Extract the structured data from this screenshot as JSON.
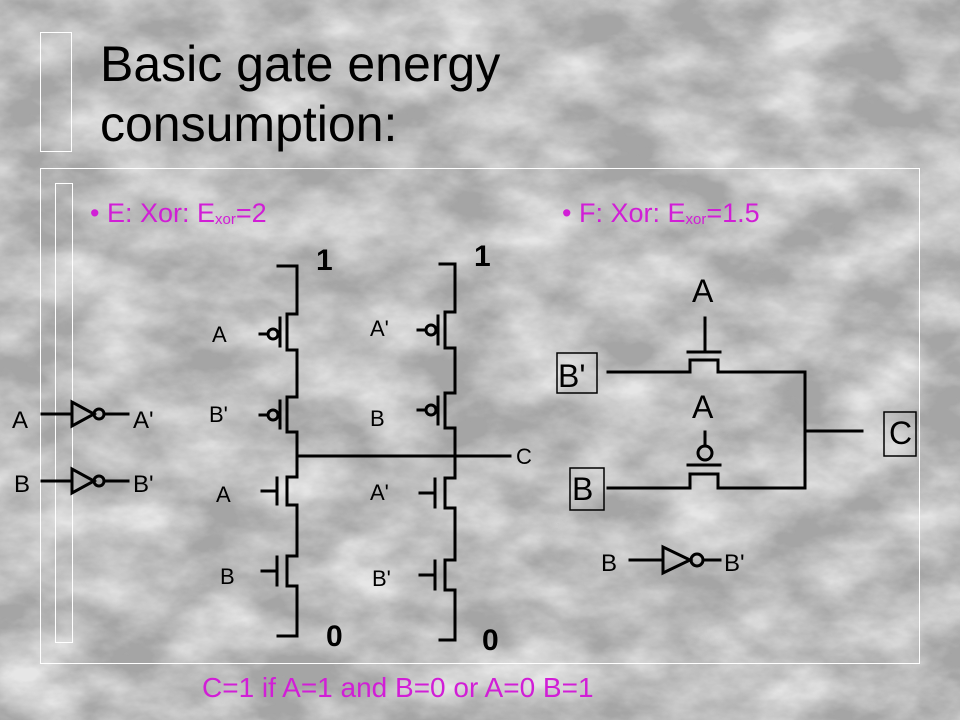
{
  "slide": {
    "title": "Basic gate energy consumption:",
    "bullets": {
      "left": {
        "prefix": "• E: Xor: E",
        "sub": "xor",
        "suffix": "=2"
      },
      "right": {
        "prefix": "• F: Xor: E",
        "sub": "xor",
        "suffix": "=1.5"
      }
    },
    "note": "C=1 if A=1 and B=0 or A=0 B=1",
    "colors": {
      "accent": "#d11ed6",
      "ink": "#000000"
    }
  },
  "circuitE": {
    "inverters": [
      {
        "in": "A",
        "out": "A'"
      },
      {
        "in": "B",
        "out": "B'"
      }
    ],
    "col1": {
      "vdd": "1",
      "gnd": "0",
      "p_top": "A",
      "p_bot": "B'",
      "n_top": "A",
      "n_bot": "B"
    },
    "col2": {
      "vdd": "1",
      "gnd": "0",
      "p_top": "A'",
      "p_bot": "B",
      "n_top": "A'",
      "n_bot": "B'"
    },
    "output": "C"
  },
  "circuitF": {
    "top_gate": "A",
    "top_src": "B'",
    "bot_gate": "A",
    "bot_src": "B",
    "output": "C",
    "inverter": {
      "in": "B",
      "out": "B'"
    }
  }
}
